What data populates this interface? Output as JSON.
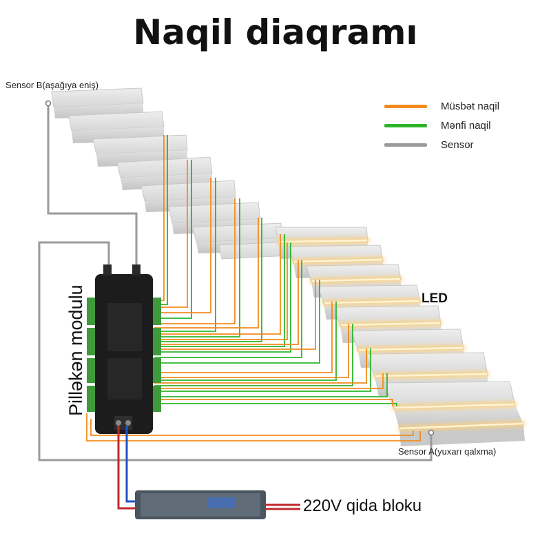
{
  "title": "Naqil diaqramı",
  "legend": {
    "items": [
      {
        "label": "Müsbət naqil",
        "color": "#f08c1e"
      },
      {
        "label": "Mənfi naqil",
        "color": "#2cb52c"
      },
      {
        "label": "Sensor",
        "color": "#9a9a9a"
      }
    ]
  },
  "labels": {
    "sensor_b": "Sensor B(aşağıya eniş)",
    "sensor_a": "Sensor A(yuxarı qalxma)",
    "led": "LED",
    "module": "Pilləkən modulu",
    "power_supply": "220V qida bloku"
  },
  "colors": {
    "positive_wire": "#f08c1e",
    "negative_wire": "#2cb52c",
    "sensor_wire": "#9a9a9a",
    "power_positive": "#c0282a",
    "power_negative": "#2251c9",
    "led_glow": "#ffd27a",
    "module_body": "#1c1c1c",
    "terminal": "#3e9a3a"
  }
}
